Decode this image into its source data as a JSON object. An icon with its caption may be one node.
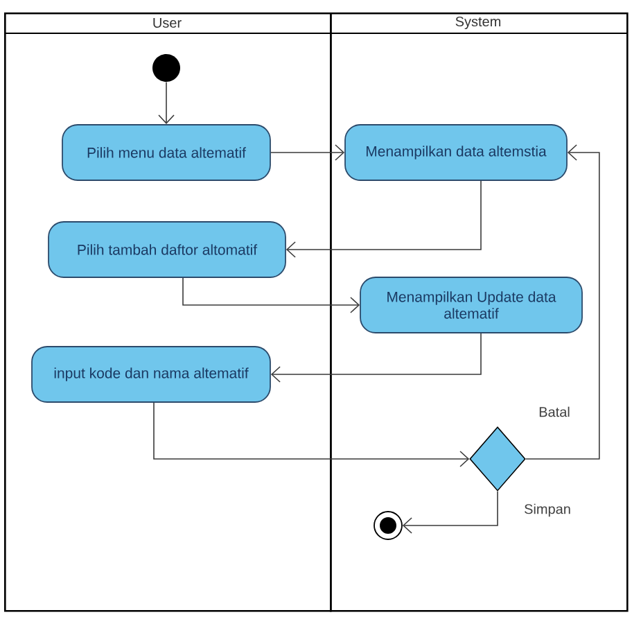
{
  "diagram": {
    "nodes": [
      {
        "text": [
          "User"
        ]
      },
      {
        "text": [
          "System"
        ]
      },
      {
        "text": [],
        "shape": "circle",
        "in": 0
      },
      {
        "text": [
          "Pilih menu data altematif"
        ],
        "in": 0
      },
      {
        "text": [
          "Menampilkan data altemstia"
        ],
        "in": 1
      },
      {
        "text": [
          "Pilih tambah daftor altomatif"
        ],
        "in": 0
      },
      {
        "text": [
          "Menampilkan Update data altematif"
        ],
        "in": 1
      },
      {
        "text": [
          "input kode dan nama altematif"
        ],
        "in": 0
      },
      {
        "text": [],
        "shape": "diamond",
        "in": 1
      },
      {
        "text": [],
        "shape": "circle",
        "in": 1
      }
    ],
    "edges": [
      {
        "from": 2,
        "to": 3,
        "arrow": "to"
      },
      {
        "from": 3,
        "to": 4,
        "arrow": "to"
      },
      {
        "from": 4,
        "to": 5,
        "arrow": "to"
      },
      {
        "from": 5,
        "to": 6,
        "arrow": "to"
      },
      {
        "from": 6,
        "to": 7,
        "arrow": "to"
      },
      {
        "from": 7,
        "to": 8,
        "arrow": "to"
      },
      {
        "from": 8,
        "to": 4,
        "arrow": "to",
        "label": "Batal"
      },
      {
        "from": 8,
        "to": 9,
        "arrow": "to",
        "label": "Simpan"
      }
    ]
  }
}
